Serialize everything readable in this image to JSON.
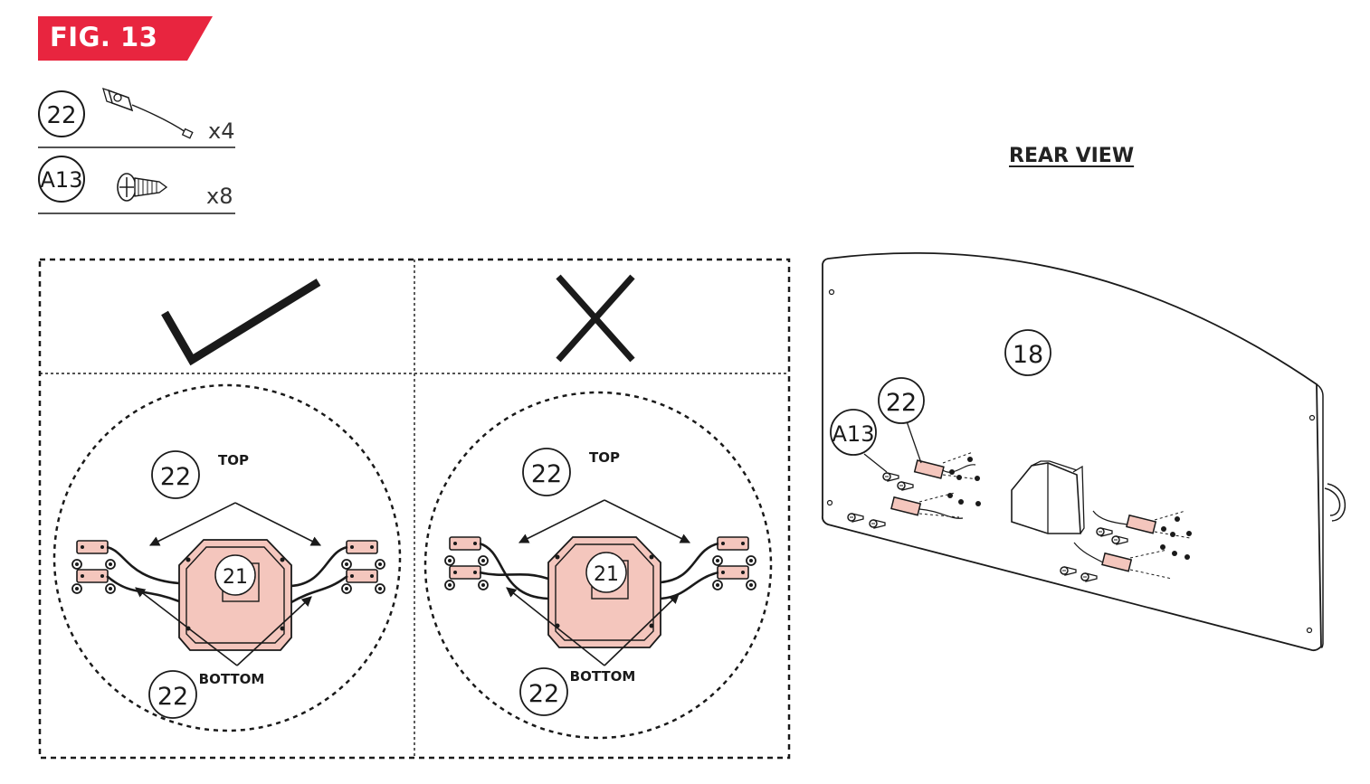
{
  "figure": {
    "title": "FIG. 13",
    "banner_color": "#e8253f"
  },
  "parts_list": [
    {
      "id": "22",
      "quantity": "x4",
      "icon": "sensor-with-wire-icon"
    },
    {
      "id": "A13",
      "quantity": "x8",
      "icon": "screw-icon"
    }
  ],
  "correct_panel": {
    "indicator_icon": "checkmark-icon",
    "top_label": "TOP",
    "bottom_label": "BOTTOM",
    "callouts": {
      "top": "22",
      "bottom": "22",
      "center": "21"
    }
  },
  "incorrect_panel": {
    "indicator_icon": "cross-icon",
    "top_label": "TOP",
    "bottom_label": "BOTTOM",
    "callouts": {
      "top": "22",
      "bottom": "22",
      "center": "21"
    }
  },
  "rear_view": {
    "title": "REAR VIEW",
    "callouts": {
      "panel": "18",
      "sensor": "22",
      "screw": "A13"
    }
  },
  "colors": {
    "highlight_fill": "#f4c6bd",
    "line": "#1a1a1a"
  }
}
